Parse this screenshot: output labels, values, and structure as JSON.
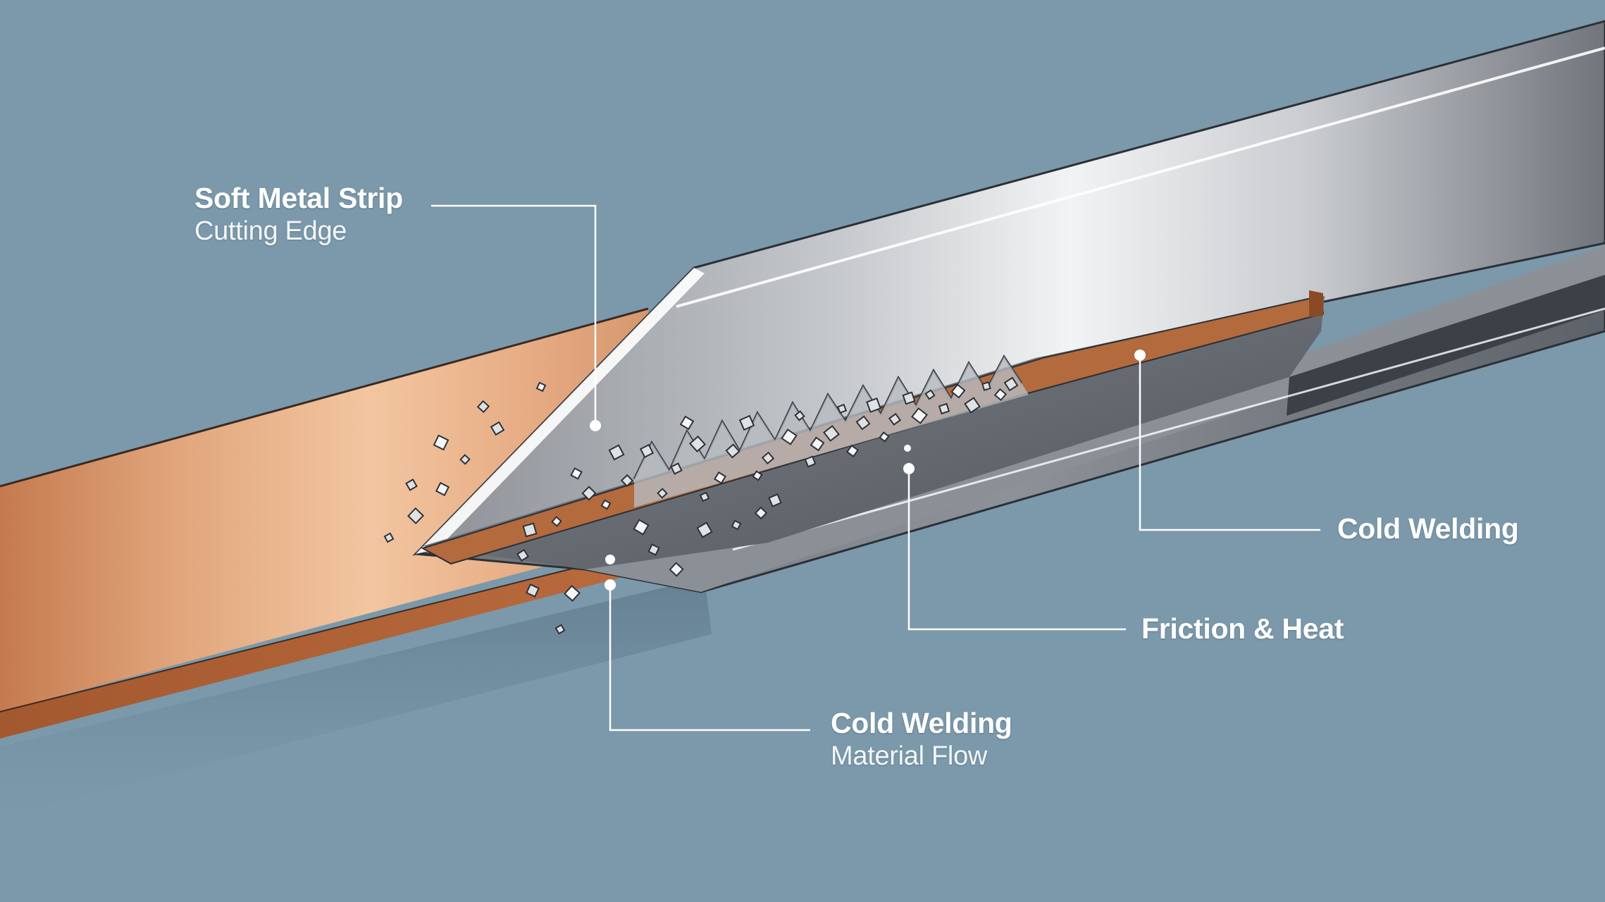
{
  "labels": {
    "soft_metal_strip": {
      "title": "Soft Metal Strip",
      "subtitle": "Cutting Edge"
    },
    "cold_welding_right": {
      "title": "Cold Welding"
    },
    "friction_heat": {
      "title": "Friction & Heat"
    },
    "cold_welding_bottom": {
      "title": "Cold Welding",
      "subtitle": "Material Flow"
    }
  },
  "colors": {
    "background": "#7b99ab",
    "copper": "#d99a6c",
    "steel": "#c9ccd0",
    "callout_line": "#ffffff"
  }
}
